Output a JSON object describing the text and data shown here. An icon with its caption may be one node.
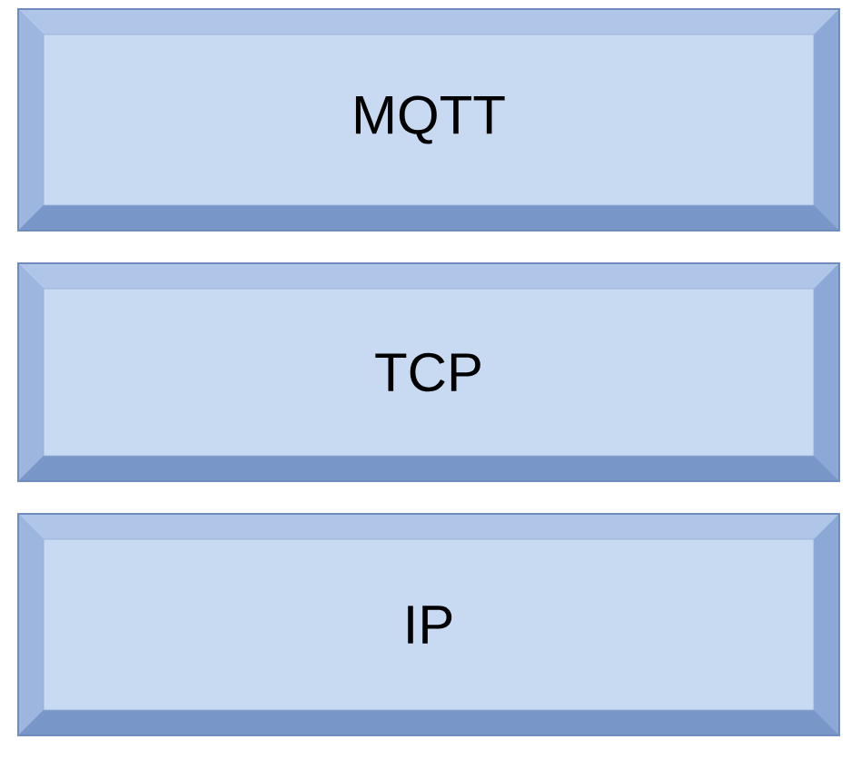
{
  "diagram": {
    "nodes": [
      {
        "text": [
          "MQTT"
        ]
      },
      {
        "text": [
          "TCP"
        ]
      },
      {
        "text": [
          "IP"
        ]
      }
    ]
  }
}
